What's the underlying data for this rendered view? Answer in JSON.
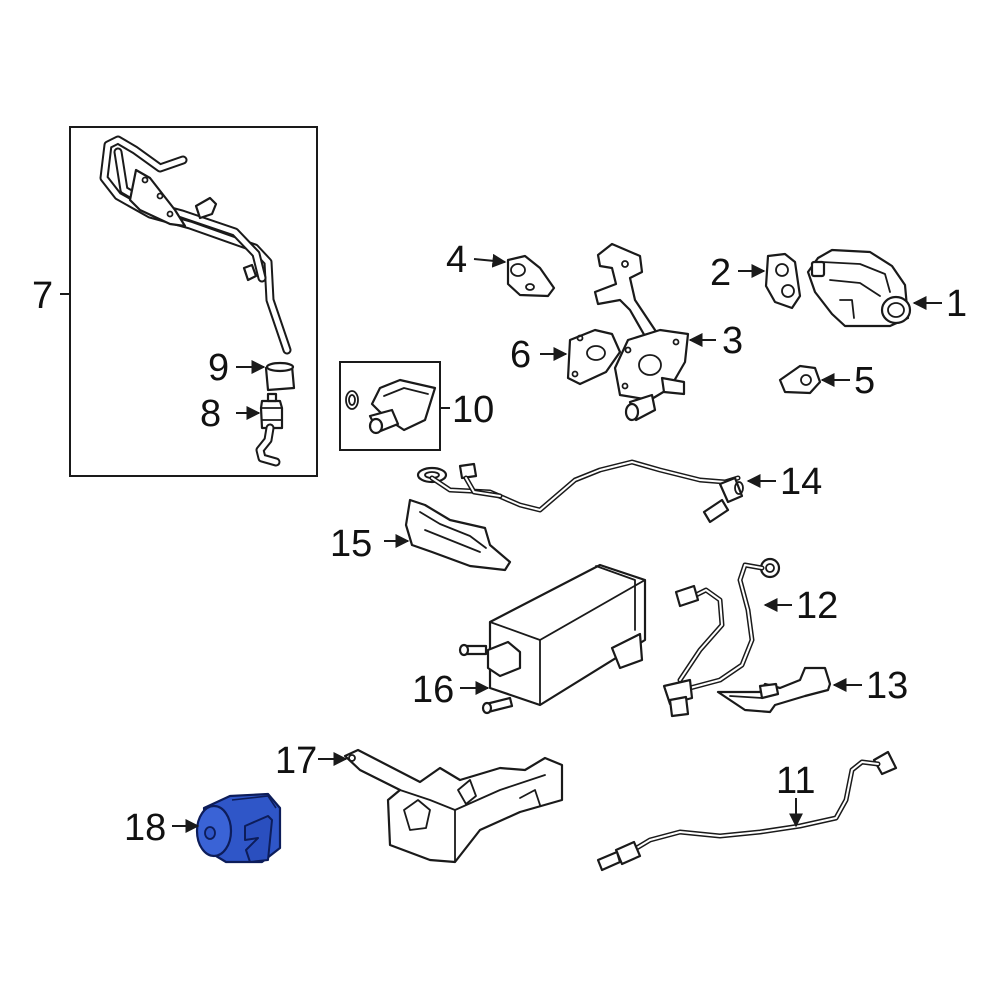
{
  "callouts": {
    "c1": "1",
    "c2": "2",
    "c3": "3",
    "c4": "4",
    "c5": "5",
    "c6": "6",
    "c7": "7",
    "c8": "8",
    "c9": "9",
    "c10": "10",
    "c11": "11",
    "c12": "12",
    "c13": "13",
    "c14": "14",
    "c15": "15",
    "c16": "16",
    "c17": "17",
    "c18": "18"
  },
  "colors": {
    "line": "#1a1a1a",
    "highlight": "#2f56c8",
    "highlight_stroke": "#0d1d5a",
    "background": "#ffffff"
  },
  "highlighted_part": "18"
}
